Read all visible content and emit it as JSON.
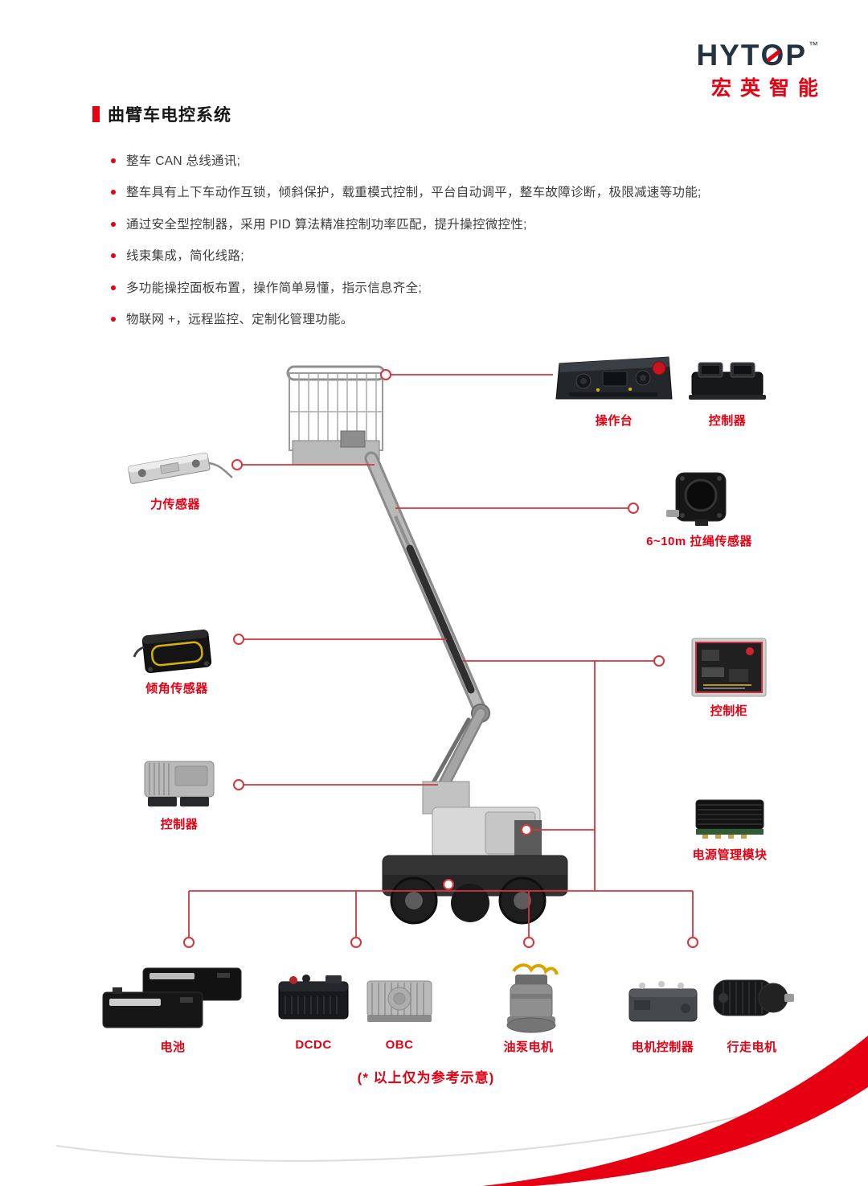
{
  "logo": {
    "brand_prefix": "HYT",
    "brand_o": "O",
    "brand_suffix": "P",
    "tm": "™",
    "subbrand": "宏英智能"
  },
  "header": {
    "title": "曲臂车电控系统"
  },
  "features": [
    "整车 CAN 总线通讯;",
    "整车具有上下车动作互锁，倾斜保护，载重模式控制，平台自动调平，整车故障诊断，极限减速等功能;",
    "通过安全型控制器，采用 PID 算法精准控制功率匹配，提升操控微控性;",
    "线束集成，简化线路;",
    "多功能操控面板布置，操作简单易懂，指示信息齐全;",
    "物联网 +，远程监控、定制化管理功能。"
  ],
  "components": {
    "console": "操作台",
    "controller_top": "控制器",
    "force_sensor": "力传感器",
    "draw_wire_sensor": "6~10m 拉绳传感器",
    "tilt_sensor": "倾角传感器",
    "control_cabinet": "控制柜",
    "controller_left": "控制器",
    "power_module": "电源管理模块",
    "battery": "电池",
    "dcdc": "DCDC",
    "obc": "OBC",
    "pump_motor": "油泵电机",
    "motor_controller": "电机控制器",
    "travel_motor": "行走电机"
  },
  "note": "(* 以上仅为参考示意)",
  "colors": {
    "accent": "#e60012",
    "callout_line": "#d5363c",
    "logo_color": "#243241"
  }
}
